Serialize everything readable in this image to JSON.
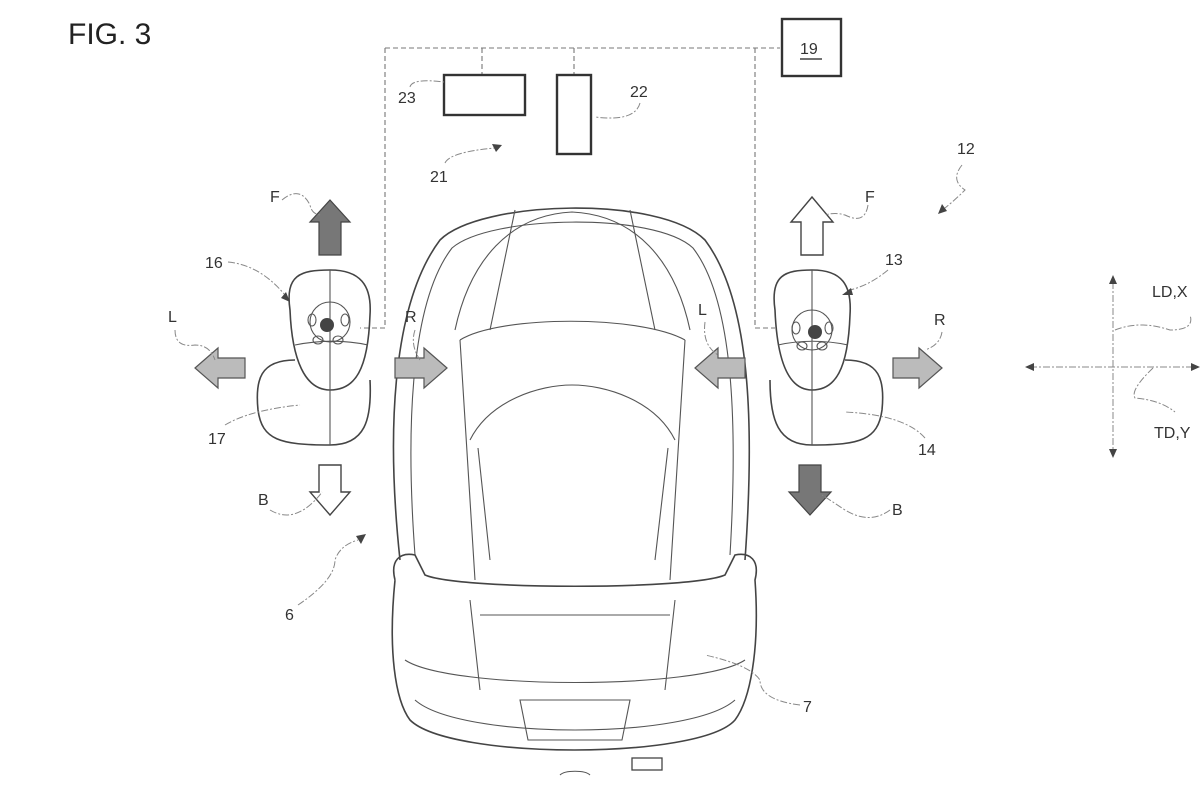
{
  "figure_title": "FIG. 3",
  "labels": {
    "controller": "19",
    "display_23": "23",
    "display_22": "22",
    "interface_21": "21",
    "system_12": "12",
    "vehicle_6": "6",
    "seat_7": "7",
    "left_joystick": "16",
    "left_joystick_base": "17",
    "right_joystick": "13",
    "right_joystick_base": "14",
    "left_forward": "F",
    "left_left": "L",
    "left_right": "R",
    "left_back": "B",
    "right_forward": "F",
    "right_left": "L",
    "right_right": "R",
    "right_back": "B",
    "axis_longitudinal": "LD,X",
    "axis_transverse": "TD,Y"
  }
}
